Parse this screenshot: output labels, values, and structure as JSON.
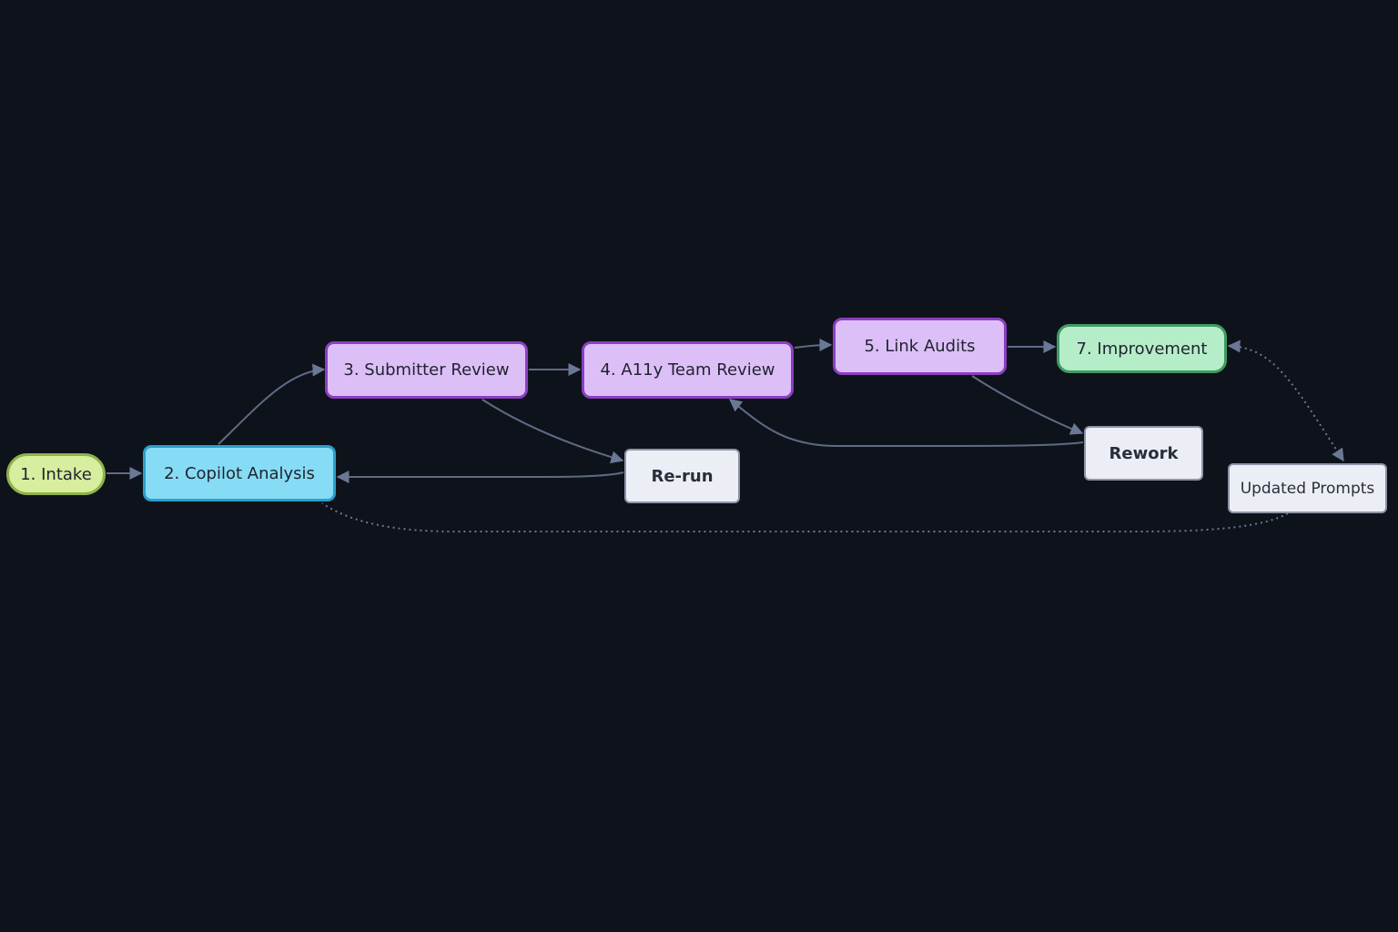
{
  "diagram": {
    "nodes": [
      {
        "id": "intake",
        "label": "1. Intake"
      },
      {
        "id": "copilot",
        "label": "2. Copilot Analysis"
      },
      {
        "id": "submitter",
        "label": "3. Submitter Review"
      },
      {
        "id": "a11y",
        "label": "4. A11y Team Review"
      },
      {
        "id": "link",
        "label": "5. Link Audits"
      },
      {
        "id": "improve",
        "label": "7. Improvement"
      },
      {
        "id": "rerun",
        "label": "Re-run"
      },
      {
        "id": "rework",
        "label": "Rework"
      },
      {
        "id": "prompts",
        "label": "Updated Prompts"
      }
    ],
    "edges": [
      {
        "from": "intake",
        "to": "copilot",
        "style": "solid"
      },
      {
        "from": "copilot",
        "to": "submitter",
        "style": "solid"
      },
      {
        "from": "submitter",
        "to": "a11y",
        "style": "solid"
      },
      {
        "from": "a11y",
        "to": "link",
        "style": "solid"
      },
      {
        "from": "link",
        "to": "improve",
        "style": "solid"
      },
      {
        "from": "submitter",
        "to": "rerun",
        "style": "solid"
      },
      {
        "from": "rerun",
        "to": "copilot",
        "style": "solid"
      },
      {
        "from": "link",
        "to": "rework",
        "style": "solid"
      },
      {
        "from": "rework",
        "to": "a11y",
        "style": "solid"
      },
      {
        "from": "improve",
        "to": "prompts",
        "style": "dotted",
        "bidirectional": true
      },
      {
        "from": "prompts",
        "to": "copilot",
        "style": "dotted"
      }
    ],
    "colors": {
      "background": "#0e121a",
      "edge": "#5f6b85",
      "intake_fill": "#d6ee9e",
      "analysis_fill": "#86dcf4",
      "review_fill": "#ddbff8",
      "improvement_fill": "#b6edc9",
      "action_fill": "#eceef6"
    }
  }
}
